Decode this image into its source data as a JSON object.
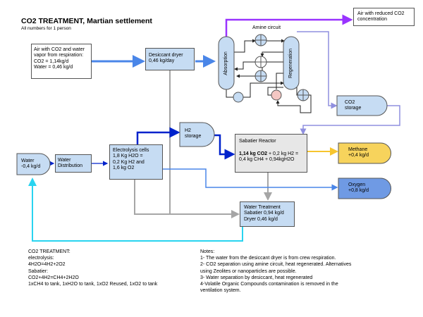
{
  "title": "CO2 TREATMENT, Martian settlement",
  "subtitle": "All numbers for 1 person",
  "boxes": {
    "air_input": "Air with CO2 and water\nvapor from respiration:\nCO2 = 1,14kg/d\nWater =  0,46 kg/d",
    "desiccant_dryer": "Desiccant dryer\n0,46 kg/day",
    "air_output": "Air with reduced CO2\nconcentration",
    "amine_circuit": "Amine circuit",
    "absorption": "Absorption",
    "regeneration": "Regeneration",
    "co2_storage": "CO2\nstorage",
    "h2_storage": "H2\nstorage",
    "sabatier_title": "Sabatier Reactor",
    "sabatier_bold": "1,14 kg CO2",
    "sabatier_line1_rest": " + 0,2 kg H2 =",
    "sabatier_line2": "0,4 kg CH4 + 0,94kgH2O",
    "methane": "Methane\n+0,4 kg/d",
    "oxygen": "Oxygen\n+0,8 kg/d",
    "water": "Water\n-0,4 kg/d",
    "water_distribution": "Water\nDistribution",
    "electrolysis": "Electrolysis cells\n1,8 Kg H2O =\n0,2 Kg H2 and\n1,6 kg O2",
    "water_treatment": "Water Treatment\nSabatier 0,94 kg/d\nDryer 0,46 kg/d"
  },
  "co2_treatment_notes": "CO2 TREATMENT:\nelectrolysis:\n4H2O=4H2+2O2\nSabatier:\nCO2+4H2=CH4+2H2O\n1xCH4 to tank, 1xH2O to tank, 1xO2 Reused, 1xO2 to tank",
  "notes": "Notes:\n1- The water from the desiccant dryer is from crew respiration.\n2- CO2 separation using amine circuit, heat regenerated.  Alternatives\nusing Zeolites or nanoparticles are possible.\n3- Water separation by desiccant, heat regenerated\n4-Volatile Organic Compounds contamination is removed in the\nventilation system.",
  "colors": {
    "box_blue": "#c6dcf3",
    "box_grey": "#e7e7e7",
    "methane_fill": "#f7d35c",
    "oxygen_fill": "#6f9ae4",
    "air_flow": "#4a86e8",
    "purple_flow": "#9933ff",
    "lavender_flow": "#8f8fdf",
    "h2_flow": "#0022cc",
    "grey_flow": "#a6a6a6",
    "methane_flow": "#f7c52e",
    "cyan_flow": "#29d4f0",
    "pump_pink": "#f4c7c3"
  }
}
